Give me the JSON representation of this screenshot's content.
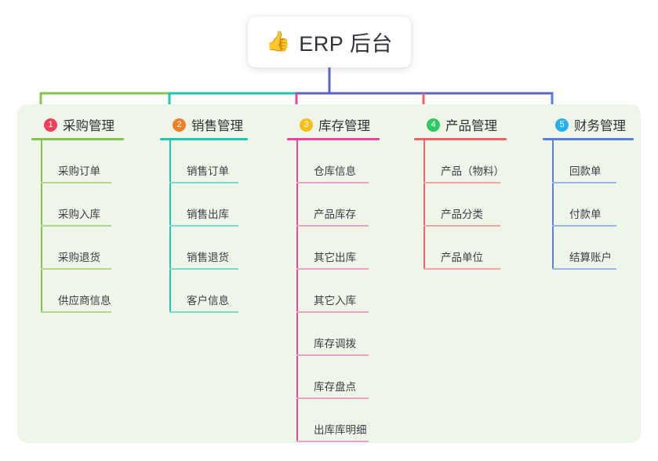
{
  "diagram": {
    "root": {
      "icon": "thumbs-up-icon",
      "icon_glyph": "👍",
      "title": "ERP 后台"
    },
    "panel_background": "#eef6e9",
    "trunk_color": "#5b63c4",
    "branches": [
      {
        "number": "1",
        "title": "采购管理",
        "badge_color": "#ef4058",
        "line_color": "#86c44f",
        "leaf_line_color": "#b3d98c",
        "bus_color": "#86c44f",
        "items": [
          "采购订单",
          "采购入库",
          "采购退货",
          "供应商信息"
        ]
      },
      {
        "number": "2",
        "title": "销售管理",
        "badge_color": "#f07e26",
        "line_color": "#1fc5ae",
        "leaf_line_color": "#7fd9cd",
        "bus_color": "#1fc5ae",
        "items": [
          "销售订单",
          "销售出库",
          "销售退货",
          "客户信息"
        ]
      },
      {
        "number": "3",
        "title": "库存管理",
        "badge_color": "#f5bf18",
        "line_color": "#e8469a",
        "leaf_line_color": "#eea1c8",
        "bus_color": "#5b63c4",
        "items": [
          "仓库信息",
          "产品库存",
          "其它出库",
          "其它入库",
          "库存调拨",
          "库存盘点",
          "出库库明细"
        ]
      },
      {
        "number": "4",
        "title": "产品管理",
        "badge_color": "#2ec763",
        "line_color": "#f4616b",
        "leaf_line_color": "#f5a3a8",
        "bus_color": "#5b63c4",
        "items": [
          "产品（物料）",
          "产品分类",
          "产品单位"
        ]
      },
      {
        "number": "5",
        "title": "财务管理",
        "badge_color": "#29b0ee",
        "line_color": "#5b80d8",
        "leaf_line_color": "#9fb5e8",
        "bus_color": "#5b63c4",
        "items": [
          "回款单",
          "付款单",
          "结算账户"
        ]
      }
    ]
  }
}
